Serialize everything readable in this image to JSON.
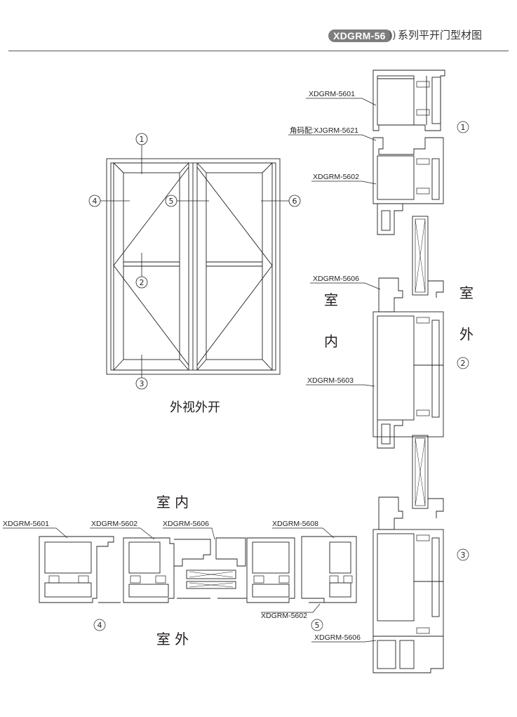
{
  "header": {
    "series_badge": "XDGRM-56",
    "series_mark": "))",
    "title": "系列平开门型材图"
  },
  "elevation": {
    "caption": "外视外开",
    "markers": [
      "1",
      "2",
      "3",
      "4",
      "5",
      "6"
    ]
  },
  "vertical_section": {
    "labels": {
      "p5601": "XDGRM-5601",
      "corner": "角码配:XJGRM-5621",
      "p5602": "XDGRM-5602",
      "p5606_top": "XDGRM-5606",
      "p5603": "XDGRM-5603",
      "p5606_bottom": "XDGRM-5606"
    },
    "indoor_1": "室",
    "indoor_2": "内",
    "outdoor_1": "室",
    "outdoor_2": "外",
    "markers": [
      "1",
      "2",
      "3"
    ]
  },
  "horizontal_section": {
    "indoor": "室 内",
    "outdoor": "室 外",
    "labels": {
      "p5601": "XDGRM-5601",
      "p5602_top": "XDGRM-5602",
      "p5606": "XDGRM-5606",
      "p5608": "XDGRM-5608",
      "p5602_bottom": "XDGRM-5602"
    },
    "markers": [
      "4",
      "5"
    ]
  }
}
